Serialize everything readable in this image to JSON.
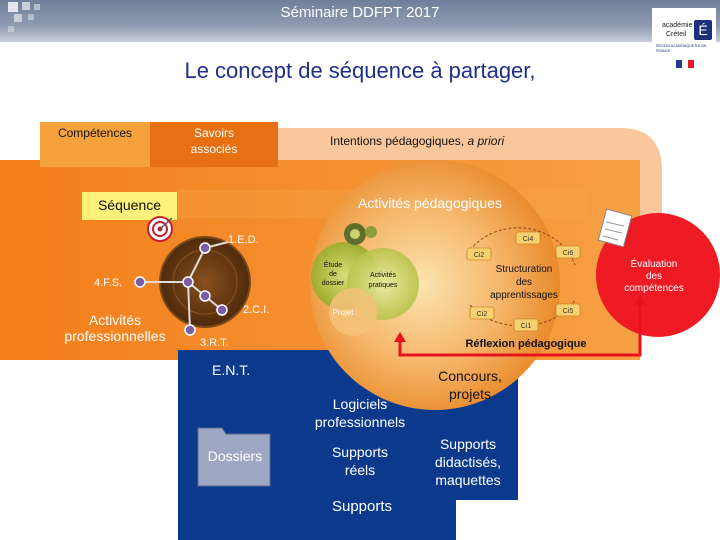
{
  "header": {
    "title": "Séminaire DDFPT 2017"
  },
  "logo": {
    "line1": "académie",
    "line2": "Créteil",
    "ministry": "RÉGION ACADÉMIQUE ÎLE-DE-FRANCE"
  },
  "title": "Le concept de séquence à partager,",
  "top_bar": {
    "competences": "Compétences",
    "savoirs_line1": "Savoirs",
    "savoirs_line2": "associés",
    "intentions": "Intentions pédagogiques, ",
    "intentions_italic": "a priori"
  },
  "sequence": "Séquence",
  "activites_pedagogiques": "Activités pédagogiques",
  "evaluation": {
    "line1": "Évaluation",
    "line2": "des",
    "line3": "compétences"
  },
  "activites_professionnelles": {
    "line1": "Activités",
    "line2": "professionnelles"
  },
  "activity_labels": {
    "ied": "1.E.D.",
    "ifs": "4.F.S.",
    "ici": "2.C.I.",
    "irt": "3.R.T."
  },
  "circle": {
    "etude_line1": "Étude",
    "etude_line2": "de",
    "etude_line3": "dossier",
    "activites_line1": "Activités",
    "activites_line2": "pratiques",
    "projet": "Projet",
    "structuration_line1": "Structuration",
    "structuration_line2": "des",
    "structuration_line3": "apprentissages",
    "tags": [
      "Ci4",
      "Ci2",
      "Ci6",
      "Ci2",
      "Ci5",
      "Ci1"
    ]
  },
  "reflexion": "Réflexion pédagogique",
  "bottom": {
    "ent": "E.N.T.",
    "concours_line1": "Concours,",
    "concours_line2": "projets",
    "logiciels_line1": "Logiciels",
    "logiciels_line2": "professionnels",
    "dossiers": "Dossiers",
    "supports_reels_line1": "Supports",
    "supports_reels_line2": "réels",
    "didactises_line1": "Supports",
    "didactises_line2": "didactisés,",
    "didactises_line3": "maquettes",
    "supports": "Supports"
  },
  "colors": {
    "title_blue": "#1f2f8a",
    "orange": "#f28a1e",
    "dark_orange": "#e06a10",
    "navy": "#0b3a8c",
    "red": "#ee1b24",
    "yellow": "#fff27a"
  }
}
